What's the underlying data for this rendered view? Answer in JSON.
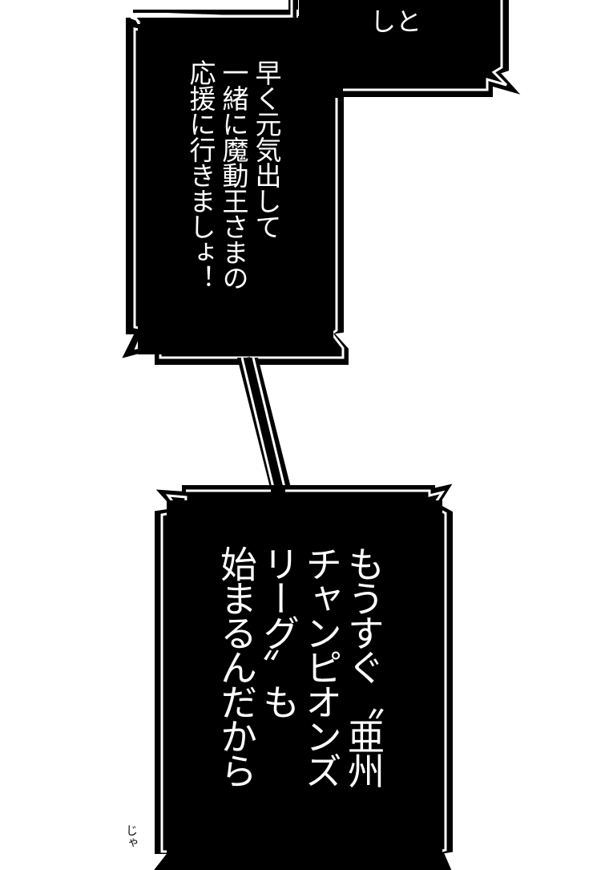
{
  "panel": {
    "background": "#ffffff",
    "bubble_fill": "#000000",
    "bubble_outline": "#ffffff",
    "text_color": "#ffffff"
  },
  "bubbles": [
    {
      "id": "top-cut-bubble",
      "text": "しと"
    },
    {
      "id": "middle-bubble",
      "lines": [
        "早く元気出して",
        "一緒に魔動王さまの",
        "応援に行きましょ！"
      ],
      "text": "早く元気出して\n一緒に魔動王さまの\n応援に行きましょ！"
    },
    {
      "id": "bottom-bubble",
      "lines": [
        "もうすぐ〝亜州",
        "チャンピオンズ",
        "リーグ〟も",
        "始まるんだから"
      ],
      "text": "もうすぐ〝亜州\nチャンピオンズ\nリーグ〟も\n始まるんだから"
    }
  ],
  "side_text": {
    "text": "じゃ"
  }
}
